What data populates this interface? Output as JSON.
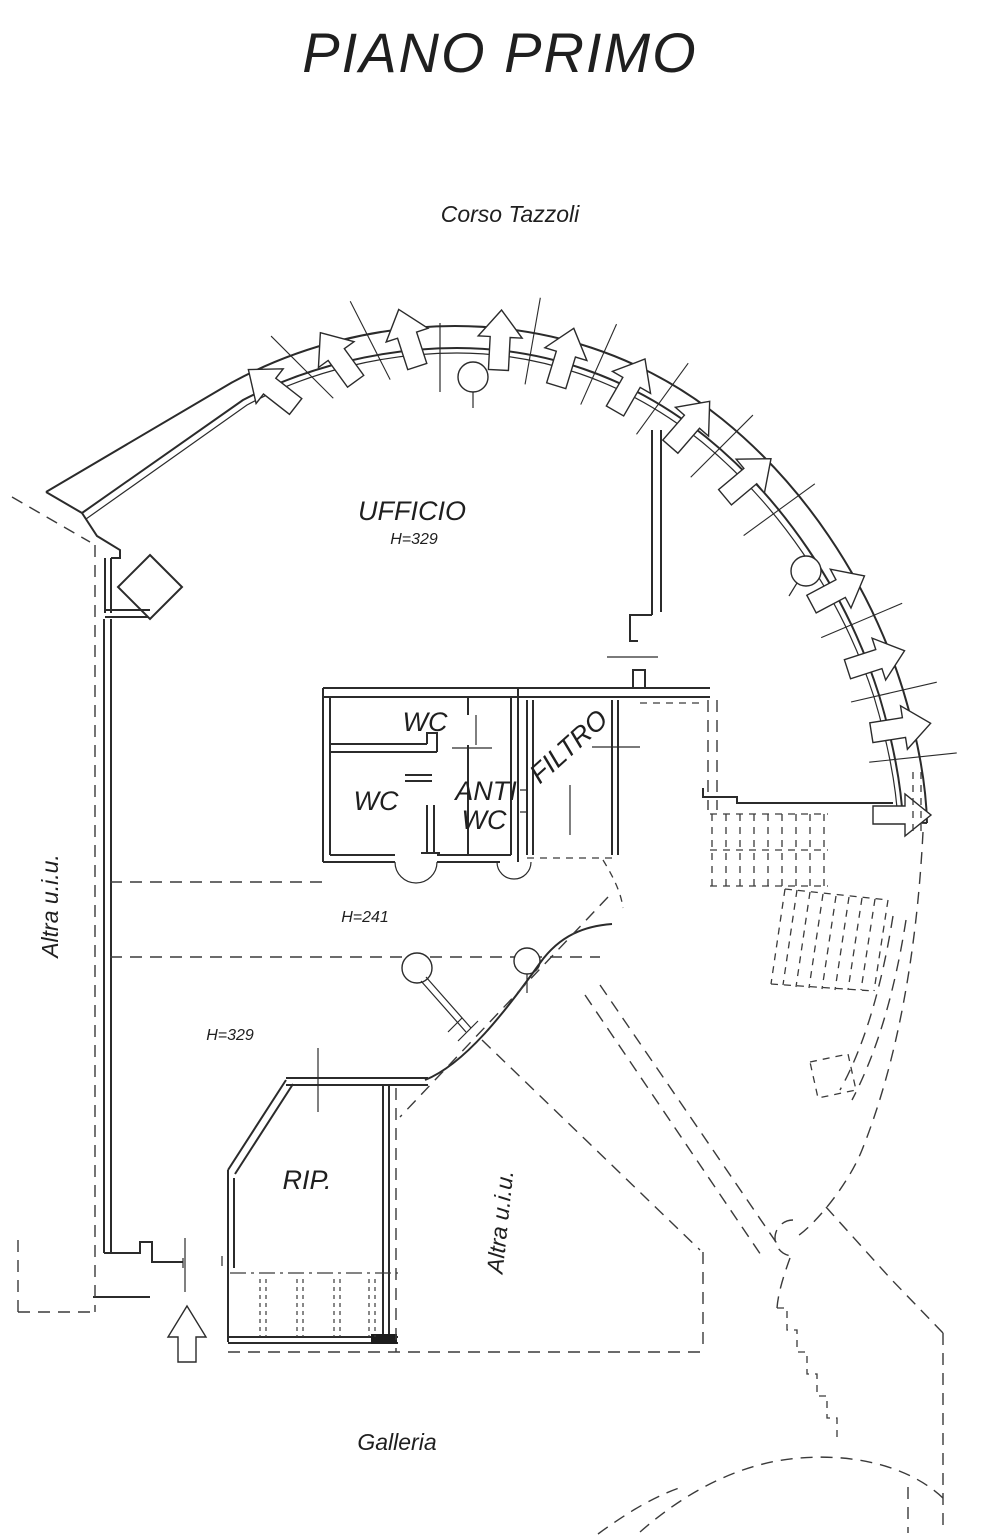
{
  "title": "PIANO PRIMO",
  "labels": {
    "street": "Corso Tazzoli",
    "gallery": "Galleria",
    "adjacent_unit_left": "Altra u.i.u.",
    "adjacent_unit_center": "Altra u.i.u."
  },
  "rooms": {
    "ufficio": {
      "name": "UFFICIO",
      "height": "H=329"
    },
    "wc_top": {
      "name": "WC"
    },
    "wc_bottom": {
      "name": "WC"
    },
    "anti_wc": {
      "line1": "ANTI",
      "line2": "WC"
    },
    "filtro": {
      "name": "FILTRO"
    },
    "rip": {
      "name": "RIP."
    }
  },
  "annotations": {
    "h241": "H=241",
    "h329_lower": "H=329"
  },
  "colors": {
    "line": "#2b2b2b",
    "background": "#ffffff"
  }
}
